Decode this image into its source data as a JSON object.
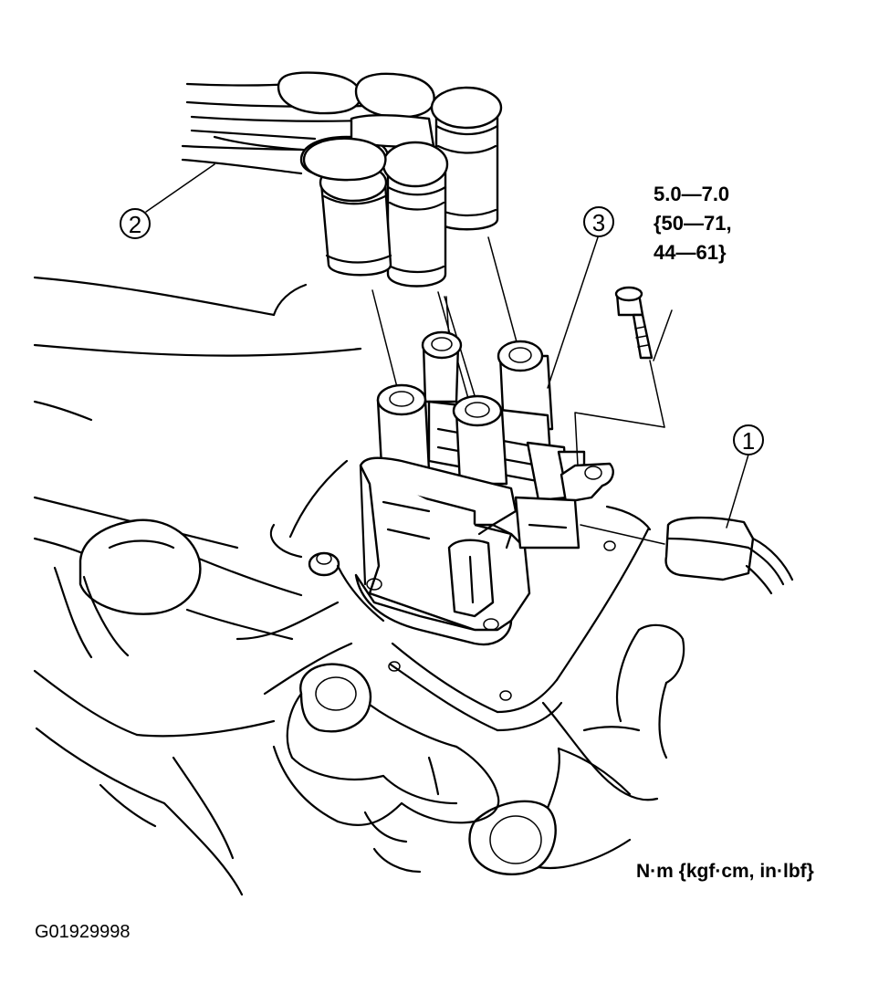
{
  "callouts": [
    {
      "id": "1",
      "label": "1"
    },
    {
      "id": "2",
      "label": "2"
    },
    {
      "id": "3",
      "label": "3"
    }
  ],
  "torque_spec": {
    "line1": "5.0—7.0",
    "line2": "{50—71,",
    "line3": "44—61}"
  },
  "units_note": "N·m {kgf·cm, in·lbf}",
  "figure_id": "G01929998"
}
